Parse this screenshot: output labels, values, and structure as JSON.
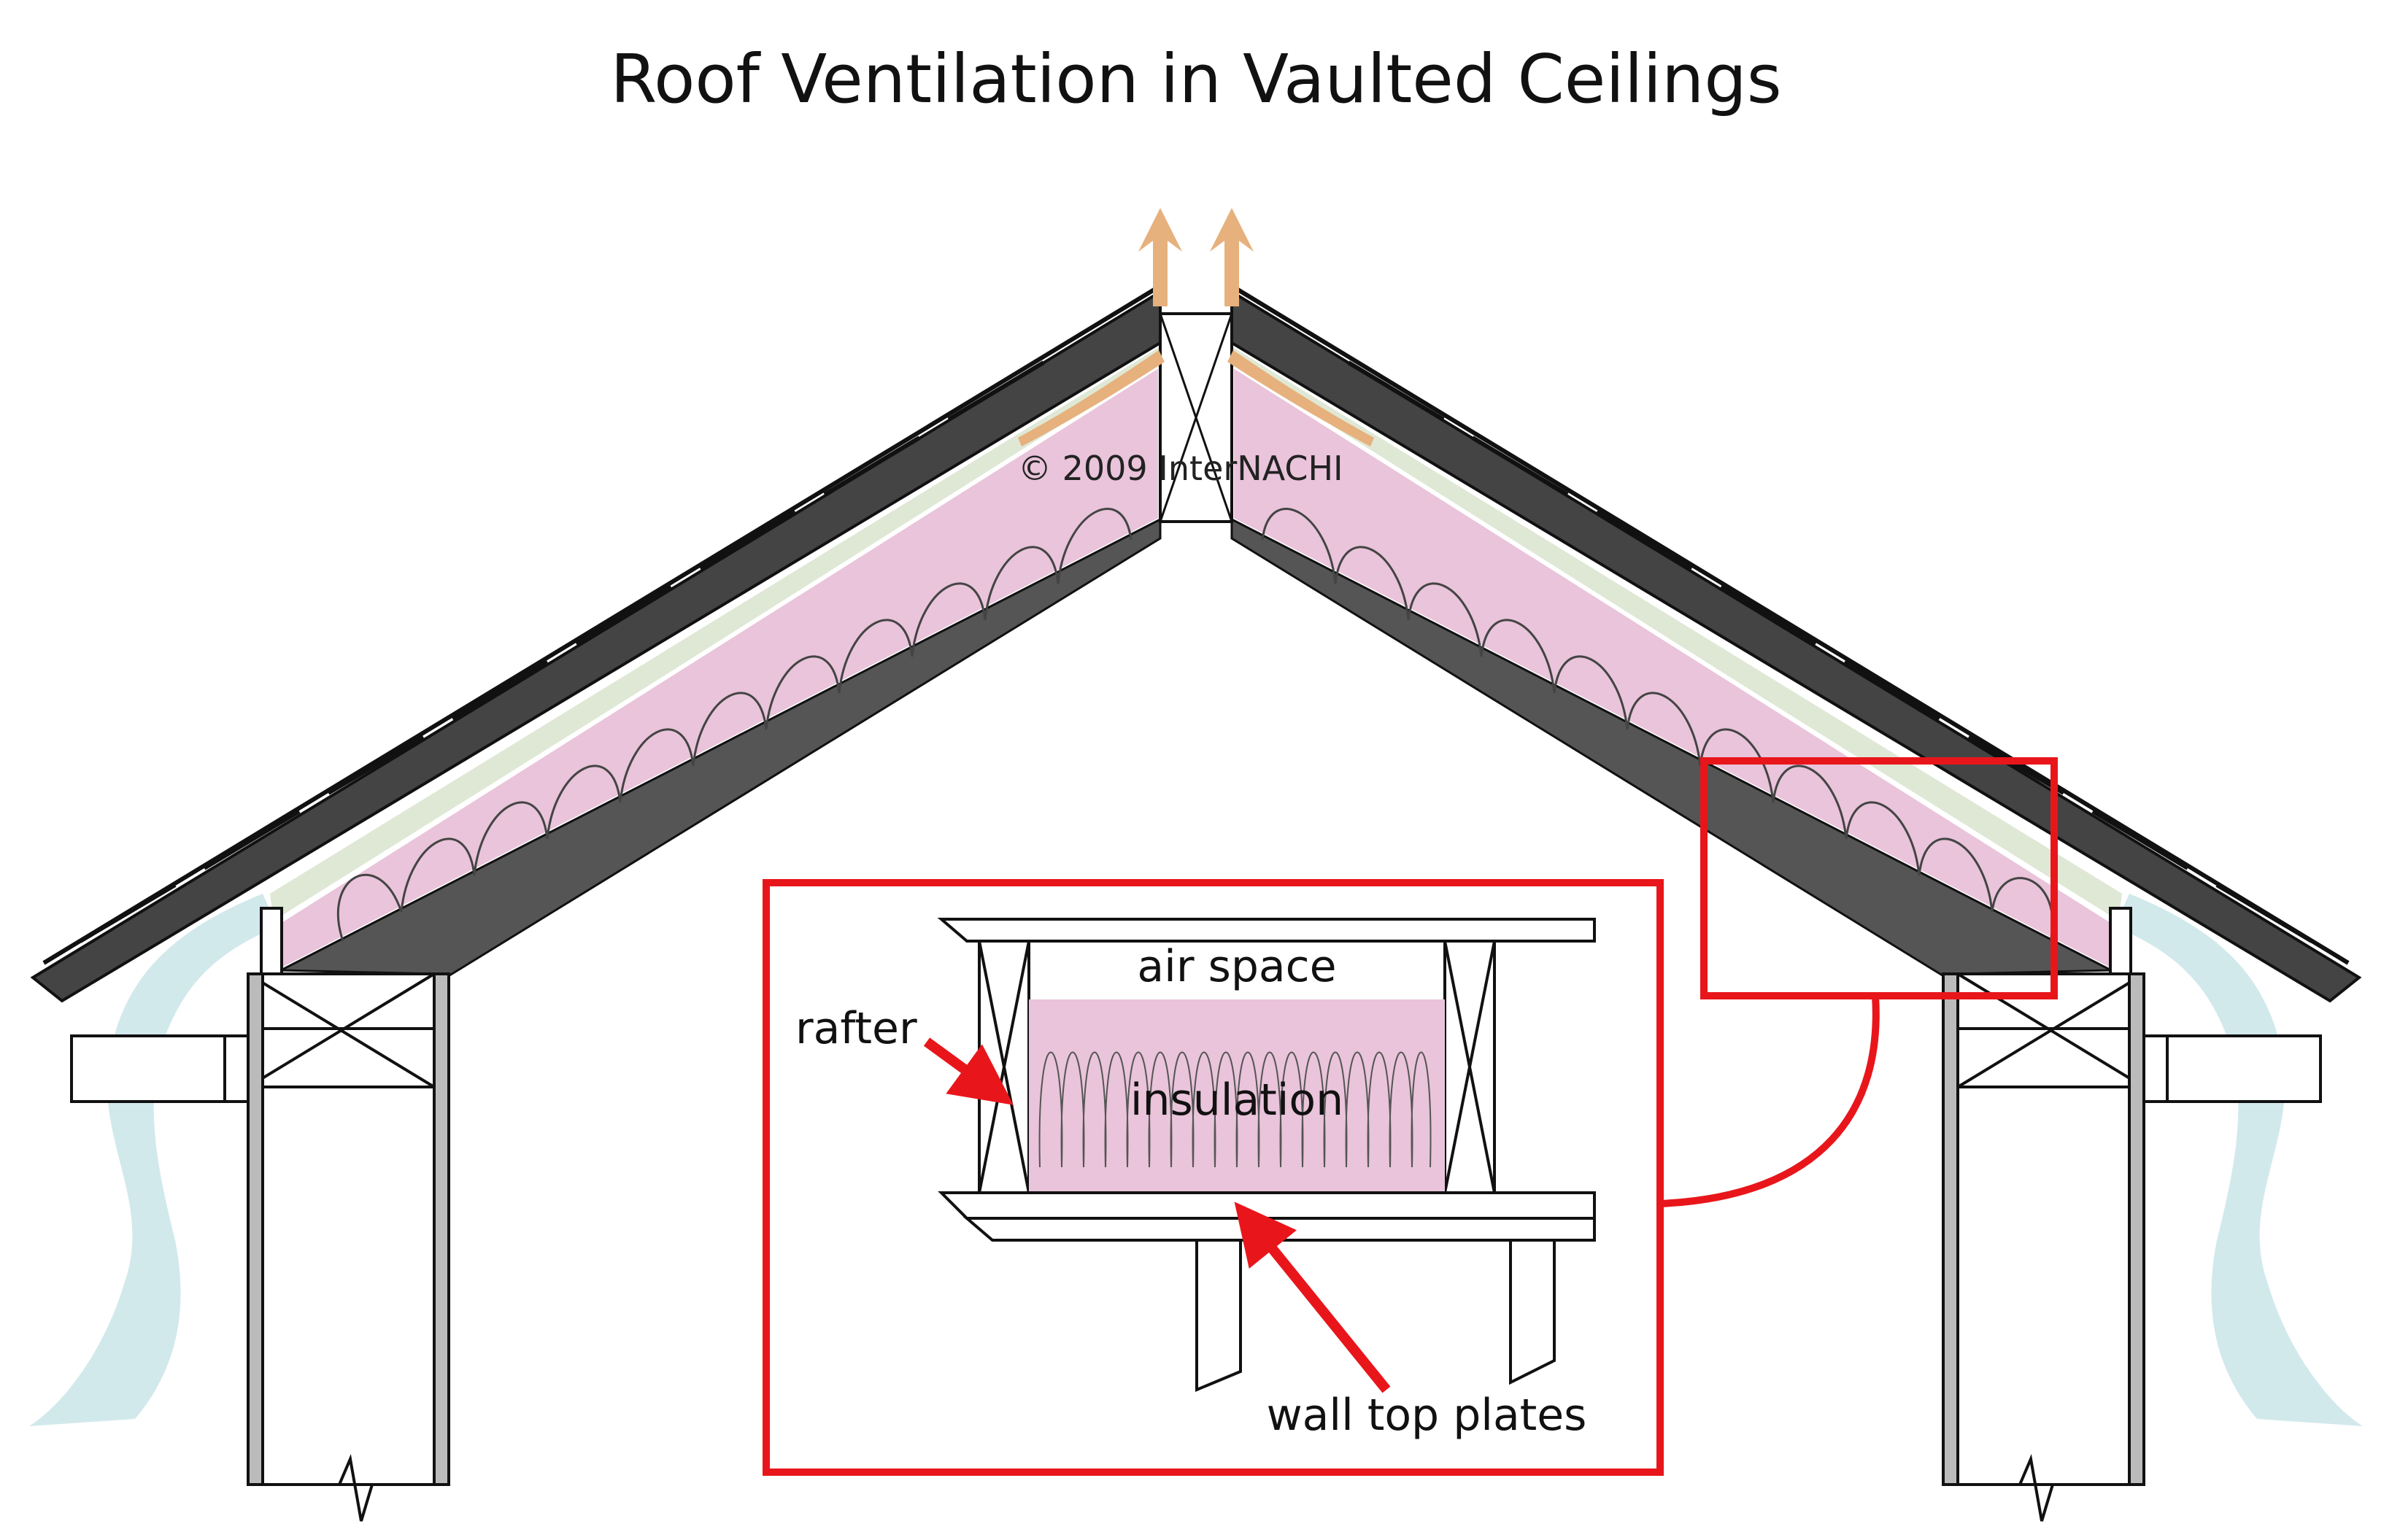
{
  "title": "Roof Ventilation in Vaulted Ceilings",
  "copyright": "© 2009 InterNACHI",
  "labels": {
    "rafter": "rafter",
    "air_space": "air space",
    "insulation": "insulation",
    "wall_top_plates": "wall top plates"
  },
  "colors": {
    "insulation": "#e9c4da",
    "intake_air": "#d2e9ec",
    "exhaust_air": "#e6b17d",
    "callout": "#e8161b",
    "shingle": "#333333",
    "frame": "#111111"
  }
}
